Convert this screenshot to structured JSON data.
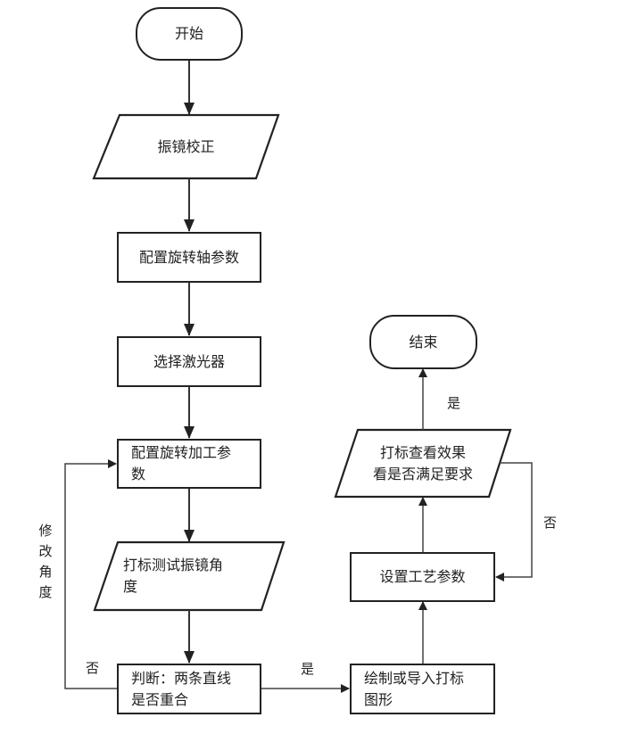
{
  "diagram": {
    "type": "flowchart",
    "nodes": {
      "start": "开始",
      "galvo_calibration": "振镜校正",
      "config_rotary_axis": "配置旋转轴参数",
      "select_laser": "选择激光器",
      "config_rotary_processing": "配置旋转加工参\n数",
      "mark_test_angle": "打标测试振镜角\n度",
      "judge_lines": "判断：两条直线\n是否重合",
      "draw_import_graphic": "绘制或导入打标\n图形",
      "set_process_params": "设置工艺参数",
      "check_mark_effect": "打标查看效果\n看是否满足要求",
      "end": "结束"
    },
    "edge_labels": {
      "judge_no": "否",
      "modify_angle": "修\n改\n角\n度",
      "judge_yes": "是",
      "check_yes": "是",
      "check_no": "否"
    },
    "edges": [
      {
        "from": "start",
        "to": "galvo_calibration"
      },
      {
        "from": "galvo_calibration",
        "to": "config_rotary_axis"
      },
      {
        "from": "config_rotary_axis",
        "to": "select_laser"
      },
      {
        "from": "select_laser",
        "to": "config_rotary_processing"
      },
      {
        "from": "config_rotary_processing",
        "to": "mark_test_angle"
      },
      {
        "from": "mark_test_angle",
        "to": "judge_lines"
      },
      {
        "from": "judge_lines",
        "to": "config_rotary_processing",
        "label": "否 / 修改角度"
      },
      {
        "from": "judge_lines",
        "to": "draw_import_graphic",
        "label": "是"
      },
      {
        "from": "draw_import_graphic",
        "to": "set_process_params"
      },
      {
        "from": "set_process_params",
        "to": "check_mark_effect"
      },
      {
        "from": "check_mark_effect",
        "to": "end",
        "label": "是"
      },
      {
        "from": "check_mark_effect",
        "to": "set_process_params",
        "label": "否"
      }
    ]
  }
}
